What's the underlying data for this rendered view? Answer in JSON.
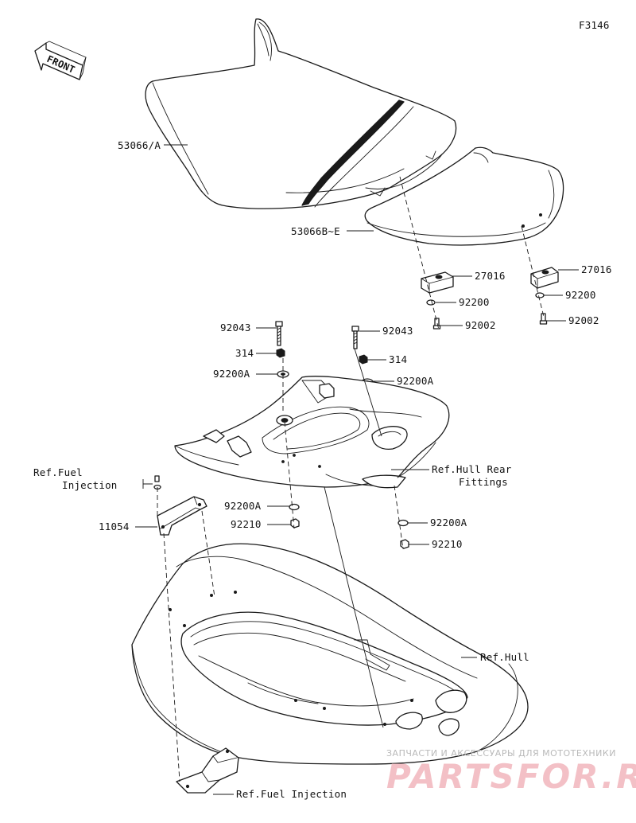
{
  "figure_id": "F3146",
  "front_indicator": "FRONT",
  "callouts": {
    "seat_front": "53066/A",
    "seat_rear": "53066B~E",
    "stopper_left": "27016",
    "stopper_right": "27016",
    "washer_left": "92200",
    "washer_right": "92200",
    "bolt_left": "92002",
    "bolt_right": "92002",
    "stud_left": "92043",
    "stud_right": "92043",
    "nut_left": "314",
    "nut_right": "314",
    "washer_a_top_left": "92200A",
    "washer_a_top_right": "92200A",
    "hull_rear_fittings_line1": "Ref.Hull Rear",
    "hull_rear_fittings_line2": "Fittings",
    "washer_a_bottom_left": "92200A",
    "nut_bottom_left": "92210",
    "washer_a_bottom_right": "92200A",
    "nut_bottom_right": "92210",
    "ref_fuel_line1": "Ref.Fuel",
    "ref_fuel_line2": "Injection",
    "bracket": "11054",
    "ref_hull": "Ref.Hull",
    "ref_fuel_bottom": "Ref.Fuel Injection"
  },
  "watermark": {
    "tagline": "ЗАПЧАСТИ И АКСЕССУАРЫ ДЛЯ МОТОТЕХНИКИ",
    "brand": "PARTSFOR.RU"
  }
}
